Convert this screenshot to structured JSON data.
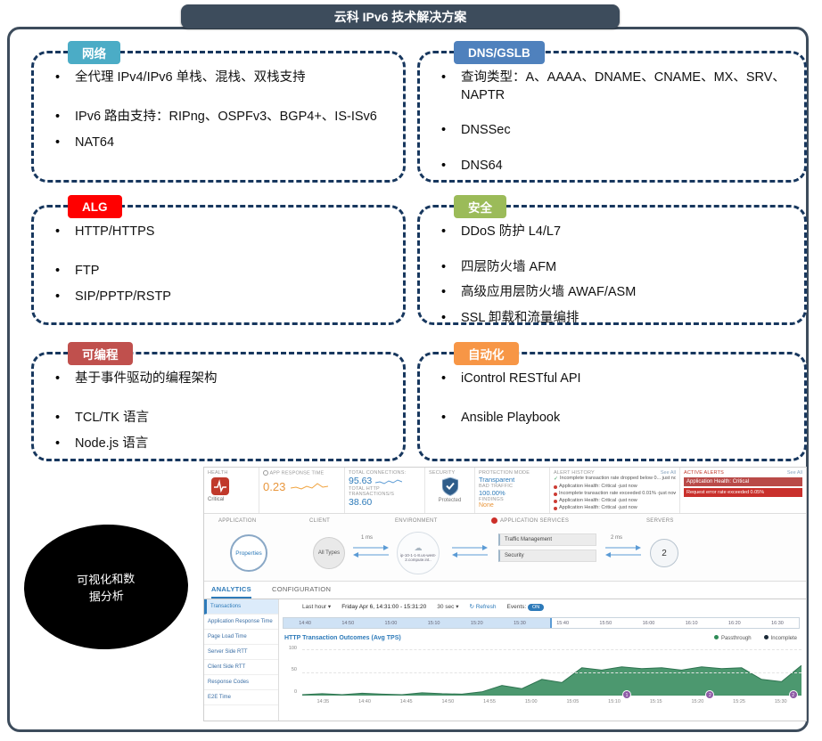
{
  "slide": {
    "title": "云科 IPv6 技术解决方案"
  },
  "features": [
    {
      "badge": "网络",
      "color": "#4bacc6",
      "items": [
        "全代理 IPv4/IPv6 单栈、混栈、双栈支持",
        "IPv6 路由支持：RIPng、OSPFv3、BGP4+、IS-ISv6",
        "NAT64"
      ]
    },
    {
      "badge": "DNS/GSLB",
      "color": "#4f81bd",
      "items": [
        "查询类型：A、AAAA、DNAME、CNAME、MX、SRV、NAPTR",
        "DNSSec",
        "DNS64"
      ]
    },
    {
      "badge": "ALG",
      "color": "#ff0000",
      "items": [
        "HTTP/HTTPS",
        "FTP",
        "SIP/PPTP/RSTP"
      ]
    },
    {
      "badge": "安全",
      "color": "#9bbb59",
      "items": [
        "DDoS 防护 L4/L7",
        "四层防火墙 AFM",
        "高级应用层防火墙 AWAF/ASM",
        "SSL 卸载和流量编排"
      ]
    },
    {
      "badge": "可编程",
      "color": "#c0504d",
      "items": [
        "基于事件驱动的编程架构",
        "TCL/TK 语言",
        "Node.js 语言"
      ]
    },
    {
      "badge": "自动化",
      "color": "#f79646",
      "items": [
        "iControl RESTful API",
        "Ansible Playbook"
      ]
    }
  ],
  "callout": {
    "line1": "可视化和数",
    "line2": "据分析"
  },
  "dashboard": {
    "health": {
      "caption": "HEALTH",
      "status": "Critical"
    },
    "response_time": {
      "caption": "APP RESPONSE TIME",
      "value": "0.23"
    },
    "totals": {
      "connections_caption": "TOTAL CONNECTIONS:",
      "connections_value": "95.63",
      "transactions_caption": "TOTAL HTTP TRANSACTIONS/S",
      "transactions_value": "38.60"
    },
    "security": {
      "caption": "SECURITY",
      "status": "Protected"
    },
    "protection": {
      "caption": "PROTECTION MODE",
      "mode": "Transparent",
      "bad_traffic_caption": "BAD TRAFFIC",
      "bad_traffic_value": "100.00%",
      "findings_caption": "FINDINGS",
      "findings_value": "None"
    },
    "alert_history": {
      "caption": "ALERT HISTORY",
      "see_all": "See All",
      "items": [
        {
          "kind": "ok",
          "text": "Incomplete transaction rate dropped below 0... just now"
        },
        {
          "kind": "critical",
          "text": "Application Health: Critical -just now"
        },
        {
          "kind": "critical",
          "text": "Incomplete transaction rate exceeded 0.01% -just now"
        },
        {
          "kind": "critical",
          "text": "Application Health: Critical -just now"
        },
        {
          "kind": "critical",
          "text": "Application Health: Critical -just now"
        }
      ]
    },
    "active_alerts": {
      "caption": "ACTIVE ALERTS",
      "see_all": "See All",
      "alerts": [
        "Application Health: Critical",
        "Request error rate exceeded 0.05%"
      ]
    },
    "topology": {
      "application_label": "APPLICATION",
      "application_value": "Properties",
      "client_label": "CLIENT",
      "client_value": "All Types",
      "latency_client": "1 ms",
      "environment_label": "ENVIRONMENT",
      "environment_value": "ip-10-1-1-8.us-west-2.compute.int..",
      "services_label": "APPLICATION SERVICES",
      "services": [
        "Traffic Management",
        "Security"
      ],
      "latency_server": "2 ms",
      "servers_label": "SERVERS",
      "servers_value": "2"
    },
    "tabs": {
      "analytics": "ANALYTICS",
      "configuration": "CONFIGURATION"
    },
    "sidebar": [
      "Transactions",
      "Application Response Time",
      "Page Load Time",
      "Server Side RTT",
      "Client Side RTT",
      "Response Codes",
      "E2E Time"
    ],
    "toolbar": {
      "range": "Last hour",
      "date": "Friday Apr 6, 14:31:00 - 15:31:20",
      "interval": "30 sec",
      "refresh": "Refresh",
      "events_label": "Events:",
      "events_state": "ON"
    },
    "timeline": {
      "ticks": [
        "14:40",
        "14:50",
        "15:00",
        "15:10",
        "15:20",
        "15:30",
        "15:40",
        "15:50",
        "16:00",
        "16:10",
        "16:20",
        "16:30"
      ]
    }
  },
  "chart_data": {
    "type": "area",
    "title": "HTTP Transaction Outcomes (Avg TPS)",
    "legend": [
      "Passthrough",
      "Incomplete"
    ],
    "legend_colors": [
      "#2e8b57",
      "#1b2a38"
    ],
    "x_range": [
      "14:31",
      "15:31"
    ],
    "x_ticks": [
      "14:35",
      "14:40",
      "14:45",
      "14:50",
      "14:55",
      "15:00",
      "15:05",
      "15:10",
      "15:15",
      "15:20",
      "15:25",
      "15:30"
    ],
    "y_ticks": [
      "100",
      "50",
      "0"
    ],
    "ylim": [
      0,
      100
    ],
    "series": [
      {
        "name": "Passthrough",
        "values": [
          2,
          4,
          2,
          5,
          3,
          2,
          6,
          4,
          3,
          8,
          22,
          15,
          35,
          28,
          60,
          55,
          62,
          58,
          60,
          55,
          62,
          58,
          60,
          35,
          30,
          65
        ]
      },
      {
        "name": "Incomplete",
        "values": [
          0,
          0,
          0,
          0,
          0,
          0,
          0,
          0,
          0,
          0,
          1,
          1,
          1,
          1,
          2,
          1,
          2,
          1,
          1,
          1,
          2,
          1,
          1,
          1,
          1,
          2
        ]
      }
    ],
    "events": [
      {
        "time": "15:10",
        "label": "1"
      },
      {
        "time": "15:20",
        "label": "2"
      },
      {
        "time": "15:30",
        "label": "2"
      }
    ]
  }
}
